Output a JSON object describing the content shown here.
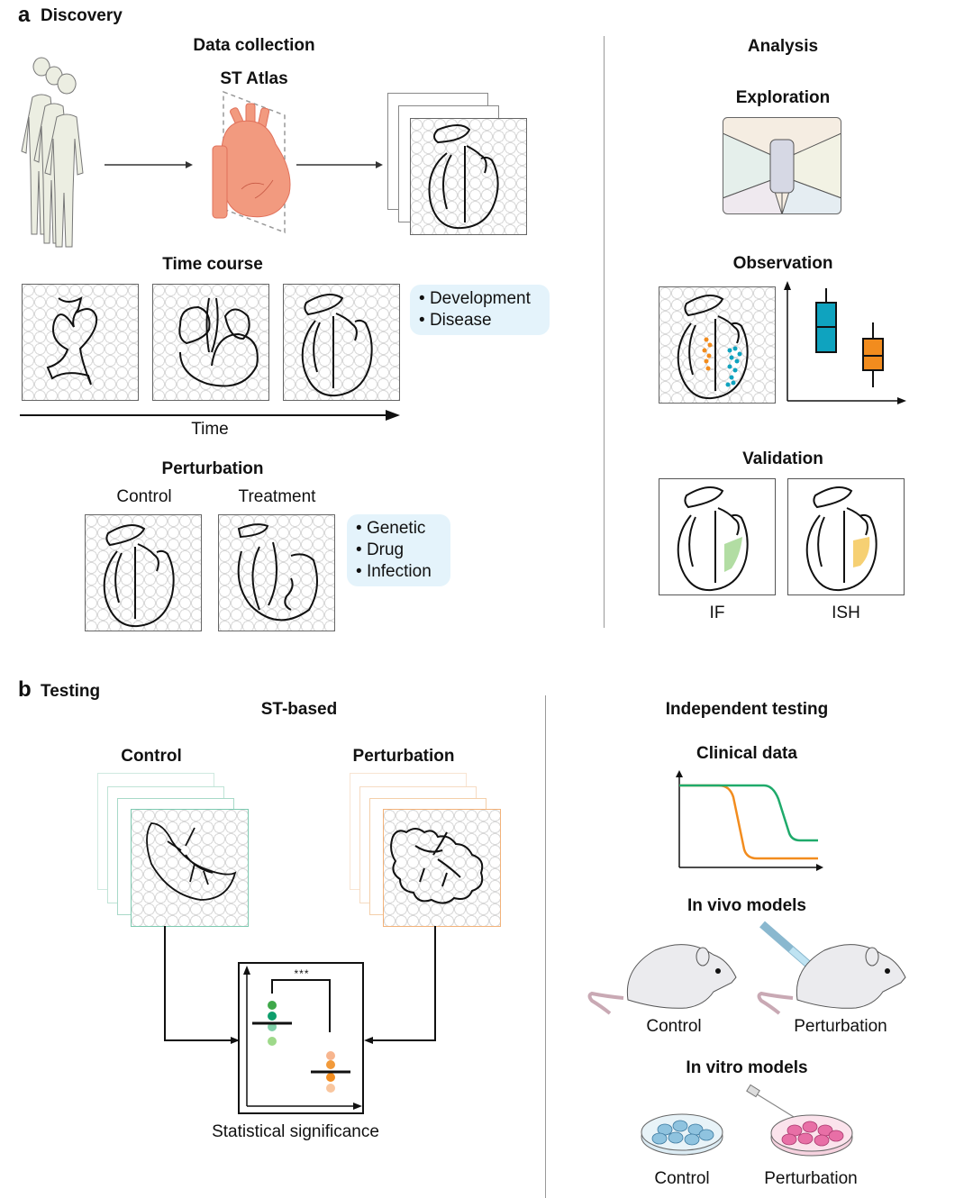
{
  "panel_a": {
    "letter": "a",
    "title": "Discovery",
    "data_collection": {
      "heading": "Data collection",
      "st_atlas_label": "ST Atlas"
    },
    "time_course": {
      "heading": "Time course",
      "axis_label": "Time",
      "notes": [
        "Development",
        "Disease"
      ]
    },
    "perturbation": {
      "heading": "Perturbation",
      "control_label": "Control",
      "treatment_label": "Treatment",
      "notes": [
        "Genetic",
        "Drug",
        "Infection"
      ]
    },
    "analysis": {
      "heading": "Analysis",
      "exploration_heading": "Exploration",
      "observation_heading": "Observation",
      "validation_heading": "Validation",
      "validation_labels": [
        "IF",
        "ISH"
      ]
    }
  },
  "panel_b": {
    "letter": "b",
    "title": "Testing",
    "st_based": {
      "heading": "ST-based",
      "control_label": "Control",
      "perturbation_label": "Perturbation",
      "significance_marker": "***",
      "caption": "Statistical significance"
    },
    "independent": {
      "heading": "Independent testing",
      "clinical_heading": "Clinical data",
      "in_vivo_heading": "In vivo models",
      "in_vivo_labels": [
        "Control",
        "Perturbation"
      ],
      "in_vitro_heading": "In vitro models",
      "in_vitro_labels": [
        "Control",
        "Perturbation"
      ]
    }
  },
  "colors": {
    "note_bg": "#e4f3fb",
    "teal": "#0fa3bf",
    "orange": "#f28c1e",
    "green": "#1faa6b",
    "control_frame": "#7dc9b0",
    "perturbation_frame": "#f2b27a",
    "heart": "#f08b70",
    "body": "#eceee2",
    "cells_blue": "#8fc3df",
    "cells_pink": "#e86fa6"
  }
}
